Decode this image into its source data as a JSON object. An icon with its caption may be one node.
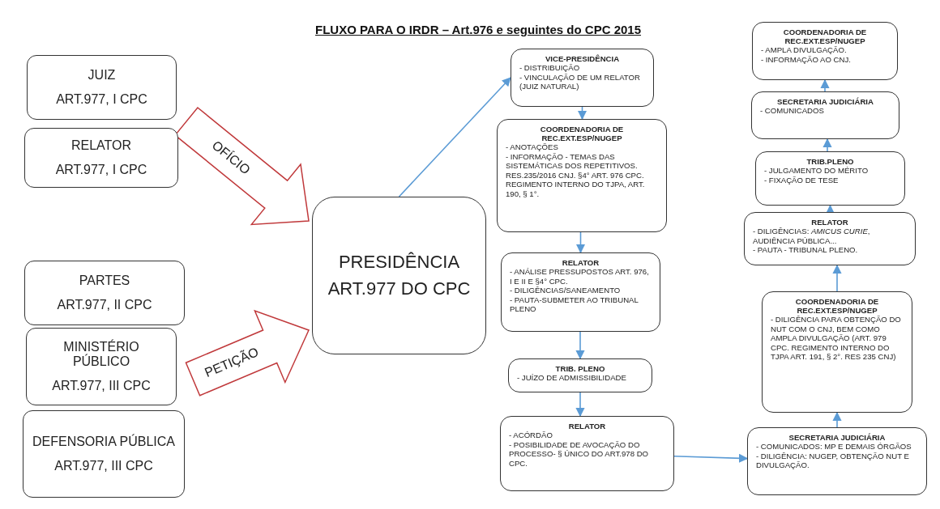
{
  "diagram": {
    "title": "FLUXO PARA O IRDR – Art.976 e seguintes do CPC 2015",
    "nodes": [
      {
        "text": [
          "JUIZ",
          "ART.977, I CPC"
        ]
      },
      {
        "text": [
          "RELATOR",
          "ART.977, I CPC"
        ]
      },
      {
        "text": [
          "PARTES",
          "ART.977, II CPC"
        ]
      },
      {
        "text": [
          "MINISTÉRIO PÚBLICO",
          "ART.977, III CPC"
        ]
      },
      {
        "text": [
          "DEFENSORIA PÚBLICA",
          "ART.977, III CPC"
        ]
      },
      {
        "text": [
          "PRESIDÊNCIA",
          "ART.977 DO CPC"
        ]
      },
      {
        "text": [
          "VICE-PRESIDÊNCIA",
          "- DISTRIBUIÇÃO",
          "- VINCULAÇÃO DE UM RELATOR (JUIZ NATURAL)"
        ]
      },
      {
        "text": [
          "COORDENADORIA DE REC.EXT.ESP/NUGEP",
          "- ANOTAÇÕES",
          "- INFORMAÇÃO - TEMAS DAS SISTEMÁTICAS DOS REPETITIVOS. RES.235/2016 CNJ. §4° ART. 976 CPC. REGIMENTO INTERNO DO TJPA, ART. 190, § 1°."
        ]
      },
      {
        "text": [
          "RELATOR",
          "- ANÁLISE PRESSUPOSTOS ART. 976, I E II E §4° CPC.",
          "- DILIGÊNCIAS/SANEAMENTO",
          "- PAUTA-SUBMETER AO TRIBUNAL PLENO"
        ]
      },
      {
        "text": [
          "TRIB. PLENO",
          "- JUÍZO DE ADMISSIBILIDADE"
        ]
      },
      {
        "text": [
          "RELATOR",
          "- ACÓRDÃO",
          "- POSIBILIDADE DE AVOCAÇÃO DO PROCESSO- § ÚNICO DO ART.978 DO CPC."
        ]
      },
      {
        "text": [
          "SECRETARIA JUDICIÁRIA",
          "- COMUNICADOS: MP E DEMAIS ÓRGÃOS",
          "- DILIGÊNCIA: NUGEP, OBTENÇÃO NUT E DIVULGAÇÃO."
        ]
      },
      {
        "text": [
          "COORDENADORIA DE REC.EXT.ESP/NUGEP",
          "- DILIGÊNCIA PARA OBTENÇÃO DO NUT COM O CNJ, BEM COMO AMPLA DIVULGAÇÃO (ART. 979 CPC. REGIMENTO INTERNO DO TJPA ART. 191, § 2°. RES 235 CNJ)"
        ]
      },
      {
        "text": [
          "RELATOR",
          "- DILIGÊNCIAS: *AMICUS CURIE*, AUDIÊNCIA PÚBLICA...",
          "- PAUTA - TRIBUNAL PLENO."
        ]
      },
      {
        "text": [
          "TRIB.PLENO",
          "- JULGAMENTO DO MÉRITO",
          "- FIXAÇÃO DE TESE"
        ]
      },
      {
        "text": [
          "SECRETARIA JUDICIÁRIA",
          "- COMUNICADOS"
        ]
      },
      {
        "text": [
          "COORDENADORIA DE REC.EXT.ESP/NUGEP",
          "- AMPLA DIVULGAÇÃO.",
          "- INFORMAÇÃO AO CNJ."
        ]
      }
    ],
    "edges": [
      {
        "from": 0,
        "to": 5,
        "arrow": "to",
        "label": "OFÍCIO",
        "style": "thick",
        "color": "#c0393b"
      },
      {
        "from": 1,
        "to": 5,
        "arrow": "to",
        "style": "thick",
        "color": "#c0393b"
      },
      {
        "from": 2,
        "to": 5,
        "arrow": "to",
        "label": "PETIÇÃO",
        "style": "thick",
        "color": "#c0393b"
      },
      {
        "from": 3,
        "to": 5,
        "arrow": "to",
        "style": "thick",
        "color": "#c0393b"
      },
      {
        "from": 4,
        "to": 5,
        "arrow": "to",
        "style": "thick",
        "color": "#c0393b"
      },
      {
        "from": 5,
        "to": 6,
        "arrow": "to"
      },
      {
        "from": 6,
        "to": 7,
        "arrow": "to"
      },
      {
        "from": 7,
        "to": 8,
        "arrow": "to"
      },
      {
        "from": 8,
        "to": 9,
        "arrow": "to"
      },
      {
        "from": 9,
        "to": 10,
        "arrow": "to"
      },
      {
        "from": 10,
        "to": 11,
        "arrow": "to"
      },
      {
        "from": 11,
        "to": 12,
        "arrow": "to"
      },
      {
        "from": 12,
        "to": 13,
        "arrow": "to"
      },
      {
        "from": 13,
        "to": 14,
        "arrow": "to"
      },
      {
        "from": 14,
        "to": 15,
        "arrow": "to"
      },
      {
        "from": 15,
        "to": 16,
        "arrow": "to"
      }
    ]
  }
}
